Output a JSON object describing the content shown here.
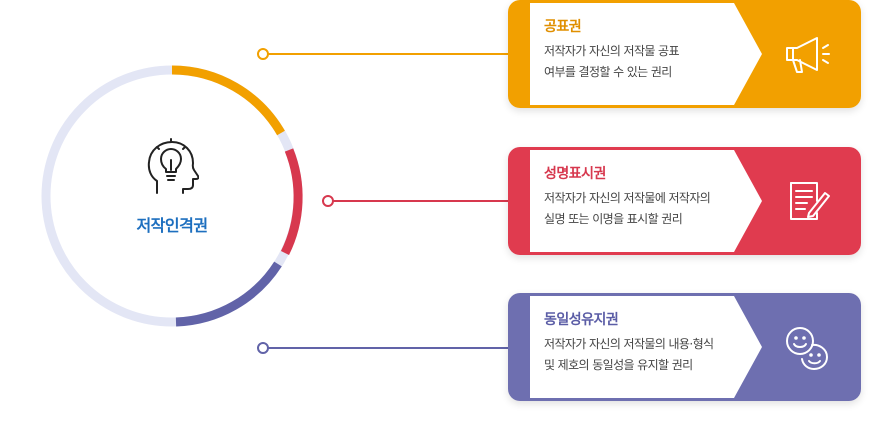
{
  "center": {
    "title": "저작인격권",
    "icon": "head-lightbulb-icon"
  },
  "cards": [
    {
      "title": "공표권",
      "desc_line1": "저작자가 자신의 저작물 공표",
      "desc_line2": "여부를 결정할 수 있는 권리",
      "color": "#f2a000",
      "icon": "megaphone-icon"
    },
    {
      "title": "성명표시권",
      "desc_line1": "저작자가 자신의 저작물에 저작자의",
      "desc_line2": "실명 또는 이명을 표시할 권리",
      "color": "#e03b4f",
      "icon": "document-pen-icon"
    },
    {
      "title": "동일성유지권",
      "desc_line1": "저작자가 자신의 저작물의 내용·형식",
      "desc_line2": "및 제호의 동일성을 유지할 권리",
      "color": "#6e6fb0",
      "icon": "smiley-faces-icon"
    }
  ],
  "colors": {
    "ring_base": "#e3e6f5",
    "orange": "#f2a000",
    "red": "#d7384e",
    "purple": "#6163a8",
    "title_blue": "#1d6fbf"
  }
}
